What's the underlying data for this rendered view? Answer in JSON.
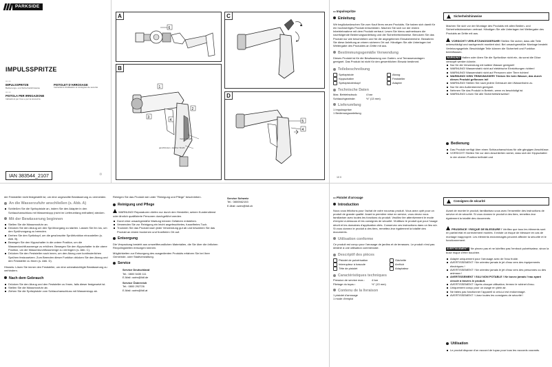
{
  "brand": "PARKSIDE",
  "cover": {
    "title": "IMPULSSPRITZE",
    "langs": [
      {
        "name": "IMPULSSPRITZE",
        "sub": "Bedienungs- und Sicherheitshinweise"
      },
      {
        "name": "PISTOLET D'ARROSAGE",
        "sub": "Instructions d'utilisation et consignes de sécurité"
      },
      {
        "name": "PISTOLA PER IRRIGAZIONE",
        "sub": "Indicazioni per l'uso e per la sicurezza"
      }
    ],
    "ian": "IAN 383544_2107"
  },
  "panels": {
    "a": "A",
    "b": "B",
    "c": "C",
    "d": "D",
    "b_note1": "Vorne: Strahl",
    "b_note2": "geschlossen, weicher Strahl"
  },
  "de_page": {
    "title": "Impulsspritze",
    "intro_head": "Einleitung",
    "intro": "Wir beglückwünschen Sie zum Kauf Ihres neuen Produkts. Sie haben sich damit für ein hochwertiges Produkt entschieden. Machen Sie sich vor der ersten Inbetriebnahme mit dem Produkt vertraut. Lesen Sie hierzu aufmerksam die nachfolgende Bedienungsanleitung und die Sicherheitshinweise. Benutzen Sie das Produkt nur wie beschrieben und für die angegebenen Einsatzbereiche. Bewahren Sie diese Anleitung an einem sicheren Ort auf. Händigen Sie alle Unterlagen bei Weitergabe des Produktes an Dritte mit aus.",
    "use_head": "Bestimmungsgemäße Verwendung",
    "use": "Dieses Produkt ist für die Bewässerung von Garten- und Terrassenanlagen geeignet. Das Produkt ist nicht für den gewerblichen Einsatz bestimmt.",
    "parts_head": "Teilebeschreibung",
    "parts": [
      {
        "n": "1",
        "l": "Spritzpistole"
      },
      {
        "n": "2",
        "l": "Kippschalter"
      },
      {
        "n": "3",
        "l": "Spritzpistolenkopf"
      },
      {
        "n": "4",
        "l": "Abzug"
      },
      {
        "n": "5",
        "l": "Feststeller"
      },
      {
        "n": "6",
        "l": "Adapter"
      }
    ],
    "tech_head": "Technische Daten",
    "tech": [
      {
        "k": "Max. Betriebsdruck:",
        "v": "4 bar"
      },
      {
        "k": "Schlauchgewinde:",
        "v": "½\" (13 mm)"
      }
    ],
    "scope_head": "Lieferumfang",
    "scope": [
      "1 Impulsspritze",
      "1 Bedienungsanleitung"
    ]
  },
  "de_safety": {
    "head": "Sicherheitshinweise",
    "intro": "Machen Sie sich vor der Montage des Produkts mit allen Bedien- und Sicherheitshinweisen vertraut. Händigen Sie alle Unterlagen bei Weitergabe des Produkts an Dritte mit aus.",
    "warn1_tag": "VORSICHT! VERLETZUNGSGEFAHR!",
    "warn1": "Stellen Sie sicher, dass alle Teile unbeschädigt und sachgerecht montiert sind. Bei unsachgemäßer Montage besteht Verletzungsgefahr. Beschädigte Teile können die Sicherheit und Funktion beeinflussen.",
    "warn2_tag": "WARNUNG!",
    "warn2": "Halten oder üben Sie die Spritzdüse nicht ein, da sonst die Düse verstopft werden könnte.",
    "items": [
      "Nur für die Verwendung mit kaltem Wasser geeignet!",
      "WARNUNG! Wasserstrahl nicht auf elektrische Einrichtungen richten!",
      "WARNUNG! Wasserstrahl nicht auf Personen oder Tiere richten!",
      "WARNUNG! KEIN TRINKWASSER! Trinken Sie kein Wasser, das durch dieses Produkt geflossen ist!",
      "WARNUNG! Stellen Sie nach jedem Gebrauch den Wasserhahn zu.",
      "Nur für den Außenbereich geeignet.",
      "Nehmen Sie das Produkt in Betrieb, wenn es beschädigt ist.",
      "WARNUNG! Lesen Sie alle Sicherheitshinweise!"
    ],
    "op_head": "Bedienung",
    "op": [
      "Das Produkt verfügt über einen Schlauchanschluss für alle gängigen Anschlüsse.",
      "VORSICHT! Stellen Sie vor dem Anschließen sicher, dass sich der Kippschalter in der oberen Position befindet und"
    ],
    "page_num": "10 0"
  },
  "de_cont": {
    "lead": "der Feststeller nicht festgestellt ist, um eine ungewollte Bewässerung zu vermeiden.",
    "h1": "An die Wasserzufuhr anschließen (s. Abb. A)",
    "s1": [
      "Schließen Sie die Spritzpistole an, indem Sie den Adapter in den Schlauchanschluss mit Wasserstopp (nicht im Lieferumfang enthalten) stecken."
    ],
    "h2": "Mit der Bewässerung beginnen",
    "s2": [
      "Stellen Sie die Wasserzufuhr an.",
      "Drücken Sie den Abzug um den Sprühvorgang zu starten. Lassen Sie ihn los, um den Sprühvorgang zu beenden.",
      "Drehen Sie den Spritzkopf, um die gewünschte Sprühfunktion einzustellen (s. Abb. B).",
      "Bewegen Sie den Kippschalter in die untere Position, um die Wasserdurchflussmenge zu erhöhen. Bewegen Sie den Kippschalter in die obere Position, um die Wasserdurchflussmenge zu verringern (s. Abb. C).",
      "Drücken Sie den Feststeller nach innen, um den Abzug zum kontinuierlichen Sprühen festzusetzen. Zum Beenden dieser Funktion drücken Sie den Abzug und den Feststeller zu Ihnen (s. Abb. D)."
    ],
    "hint": "Hinweis: Lösen Sie immer den Feststeller, um eine unbeabsichtigte Bewässerung zu verhindern.",
    "h3": "Nach dem Gebrauch",
    "s3": [
      "Drücken Sie den Abzug und den Feststeller zu Ihnen, falls dieser festgesetzt ist.",
      "Stellen Sie die Wasserzufuhr ab.",
      "Ziehen Sie die Spritzpistole vom Schlauchanschluss mit Wasserstopp ab."
    ]
  },
  "de_care": {
    "lead": "Reinigen Sie das Produkt wie unter \"Reinigung und Pflege\" beschrieben.",
    "h1": "Reinigung und Pflege",
    "warn": "WARNUNG! Reparaturen dürfen nur durch den Hersteller, seinen Kundendienst oder ähnlich qualifizierte Personen durchgeführt werden.",
    "items": [
      "Durch eine unsachgemäße Wartung können Gefahren entstehen.",
      "Verwenden Sie zur Reinigung ein leicht angefeuchtetes, fusselfreies Tuch.",
      "Trocknen Sie das Produkt nach jeder Verwendung gut ab und bewahren Sie das Produkt an einem trockenen und frostfreien Ort auf."
    ],
    "h2": "Entsorgung",
    "disp": "Die Verpackung besteht aus umweltfreundlichen Materialien, die Sie über die örtlichen Recyclingstellen entsorgen können.",
    "disp2": "Möglichkeiten zur Entsorgung des ausgedienten Produkts erfahren Sie bei Ihrer Gemeinde- oder Stadtverwaltung.",
    "h3": "Service",
    "svc": [
      {
        "country": "Service Deutschland",
        "tel": "Tel.: 0800 5435 111",
        "mail": "E-Mail: owim@lidl.de"
      },
      {
        "country": "Service Österreich",
        "tel": "Tel.: 0800 292726",
        "mail": "E-Mail: owim@lidl.at"
      }
    ]
  },
  "de_ch": {
    "country": "Service Schweiz",
    "tel": "Tel.: 0800562153",
    "mail": "E-Mail: owim@lidl.ch"
  },
  "fr_page": {
    "title": "Pistolet d'arrosage",
    "intro_head": "Introduction",
    "intro": "Nous vous félicitons pour l'achat de votre nouveau produit. Vous avez opté pour un produit de grande qualité. Avant la première mise en service, vous devez vous familiariser avec toutes les fonctions du produit. Veuillez lire attentivement le mode d'emploi ci-dessous et les consignes de sécurité. N'utilisez le produit que pour l'usage décrit et les domaines d'application cités. Conservez ces instructions dans un lieu sûr. Si vous donnez le produit à des tiers, remettez-leur également la totalité des documents.",
    "use_head": "Utilisation conforme",
    "use": "Ce produit est conçu pour l'arrosage de jardins et de terrasses. Le produit n'est pas destiné à une utilisation commerciale.",
    "parts_head": "Descriptif des pièces",
    "parts": [
      {
        "n": "1",
        "l": "Pistolet de pulvérisation"
      },
      {
        "n": "2",
        "l": "Interrupteur à bascule"
      },
      {
        "n": "3",
        "l": "Tête de pistolet"
      },
      {
        "n": "4",
        "l": "Gâchette"
      },
      {
        "n": "5",
        "l": "Arrêtoir"
      },
      {
        "n": "6",
        "l": "Adaptateur"
      }
    ],
    "tech_head": "Caractéristiques techniques",
    "tech": [
      {
        "k": "Pression de service max.:",
        "v": "4 bar"
      },
      {
        "k": "Filetage du tuyau :",
        "v": "½\" (13 mm)"
      }
    ],
    "scope_head": "Contenu de la livraison",
    "scope": [
      "1 pistolet d'arrosage",
      "1 mode d'emploi"
    ]
  },
  "fr_safety": {
    "head": "Consignes de sécurité",
    "intro": "Avant de monter le produit, familiarisez-vous avec l'ensemble des instructions de service et de sécurité. Si vous donnez le produit à des tiers, remettez-leur également la totalité des documents.",
    "warn1_tag": "PRUDENCE ! RISQUE DE BLESSURE !",
    "warn1": "Vérifiez que tous les éléments sont en parfait état et correctement montés. Il existe un risque de blessure en cas de montage inapproprié. Les éléments endommagés peuvent affecter la sécurité et le fonctionnement.",
    "warn2_tag": "AVERTISSEMENT !",
    "warn2": "Ne pincez pas et ne lubrifiez pas l'embout pulvérisateur, sinon la buse risque d'être bouchée.",
    "items": [
      "Adapté uniquement pour l'arrosage avec de l'eau froide.",
      "AVERTISSEMENT ! Ne orientez jamais le jet d'eau vers des équipements électriques !",
      "AVERTISSEMENT ! Ne orientez jamais le jet d'eau vers des personnes ou des animaux !",
      "AVERTISSEMENT ! EAU NON POTABLE ! Ne buvez jamais l'eau ayant circulé à travers le produit.",
      "AVERTISSEMENT ! Après chaque utilisation, fermez le robinet d'eau.",
      "Uniquement conçu pour un usage en plein air.",
      "Ne faites pas fonctionner l'appareil si celui-ci est endommagé.",
      "AVERTISSEMENT ! Lisez toutes les consignes de sécurité !"
    ],
    "op_head": "Utilisation",
    "op": [
      "Le produit dispose d'un raccord de tuyau pour tous les raccords courants."
    ]
  }
}
